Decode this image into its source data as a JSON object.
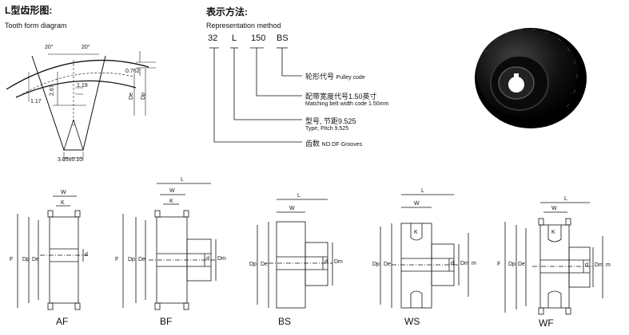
{
  "tooth_form": {
    "title_cn": "L型齿形图:",
    "title_en": "Tooth form diagram",
    "dims": {
      "angle_left": "20°",
      "angle_right": "20°",
      "depth_top": "0.762",
      "tooth_height": "2.67",
      "root_r": "1.19",
      "tip_r": "1.17",
      "base_width": "3.05±0.10",
      "de": "De",
      "dp": "Dp"
    }
  },
  "representation": {
    "title_cn": "表示方法:",
    "title_en": "Representation method",
    "code_parts": [
      "32",
      "L",
      "150",
      "BS"
    ],
    "pulley_code": {
      "cn": "轮形代号",
      "en": "Pulley code"
    },
    "belt_width": {
      "cn": "配带宽度代号1.50英寸",
      "en": "Matching belt width code 1.50mm"
    },
    "type_pitch": {
      "cn": "型号, 节距9.525",
      "en": "Type, Pitch 9.525"
    },
    "grooves": {
      "cn": "齿数",
      "en": "NO.OF Grooves"
    }
  },
  "pulley_types": [
    {
      "name": "AF",
      "labels": [
        "W",
        "K",
        "F",
        "Dp",
        "De",
        "d"
      ]
    },
    {
      "name": "BF",
      "labels": [
        "L",
        "W",
        "K",
        "F",
        "Dp",
        "De",
        "d",
        "Dm"
      ]
    },
    {
      "name": "BS",
      "labels": [
        "L",
        "W",
        "Dp",
        "De",
        "d",
        "Dm"
      ]
    },
    {
      "name": "WS",
      "labels": [
        "L",
        "W",
        "K",
        "Dp",
        "De",
        "d",
        "Dm",
        "m"
      ]
    },
    {
      "name": "WF",
      "labels": [
        "L",
        "W",
        "K",
        "F",
        "Dp",
        "De",
        "d",
        "Dm",
        "m"
      ]
    }
  ],
  "photo": {
    "alt": "black timing pulley"
  }
}
